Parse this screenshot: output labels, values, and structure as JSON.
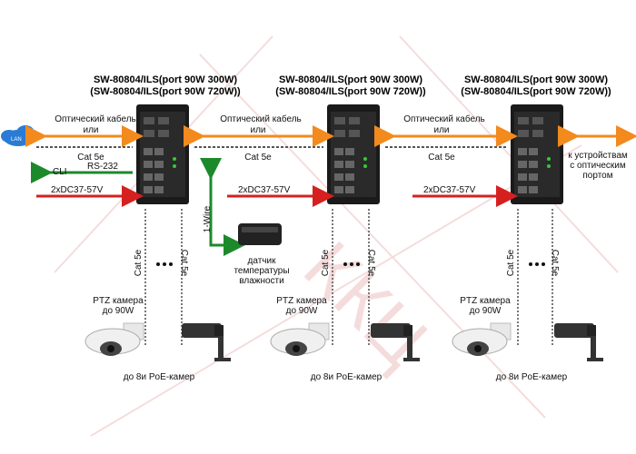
{
  "switches": [
    {
      "title_line1": "SW-80804/ILS(port 90W 300W)",
      "title_line2": "(SW-80804/ILS(port 90W 720W))"
    },
    {
      "title_line1": "SW-80804/ILS(port 90W 300W)",
      "title_line2": "(SW-80804/ILS(port 90W 720W))"
    },
    {
      "title_line1": "SW-80804/ILS(port 90W 300W)",
      "title_line2": "(SW-80804/ILS(port 90W 720W))"
    }
  ],
  "lan_label": "LAN",
  "links": [
    {
      "optical": "Оптический кабель",
      "or": "или",
      "cat": "Cat 5e"
    },
    {
      "optical": "Оптический кабель",
      "or": "или",
      "cat": "Cat 5e"
    },
    {
      "optical": "Оптический кабель",
      "or": "или",
      "cat": "Cat 5e"
    }
  ],
  "right_device_label": [
    "к устройствам",
    "с оптическим",
    "портом"
  ],
  "cli_label": "CLI",
  "rs232_label": "RS-232",
  "power_label": "2xDC37-57V",
  "one_wire_label": "1-Wire",
  "sensor_label": [
    "датчик",
    "температуры",
    "влажности"
  ],
  "cat5e_vertical": "Cat 5e",
  "ptz_label": [
    "PTZ камера",
    "до 90W"
  ],
  "poe_label": "до 8и  PoE-камер",
  "colors": {
    "orange": "#f28a1e",
    "green": "#1c8a2a",
    "red": "#d62020",
    "switch": "#1a1a1a"
  }
}
